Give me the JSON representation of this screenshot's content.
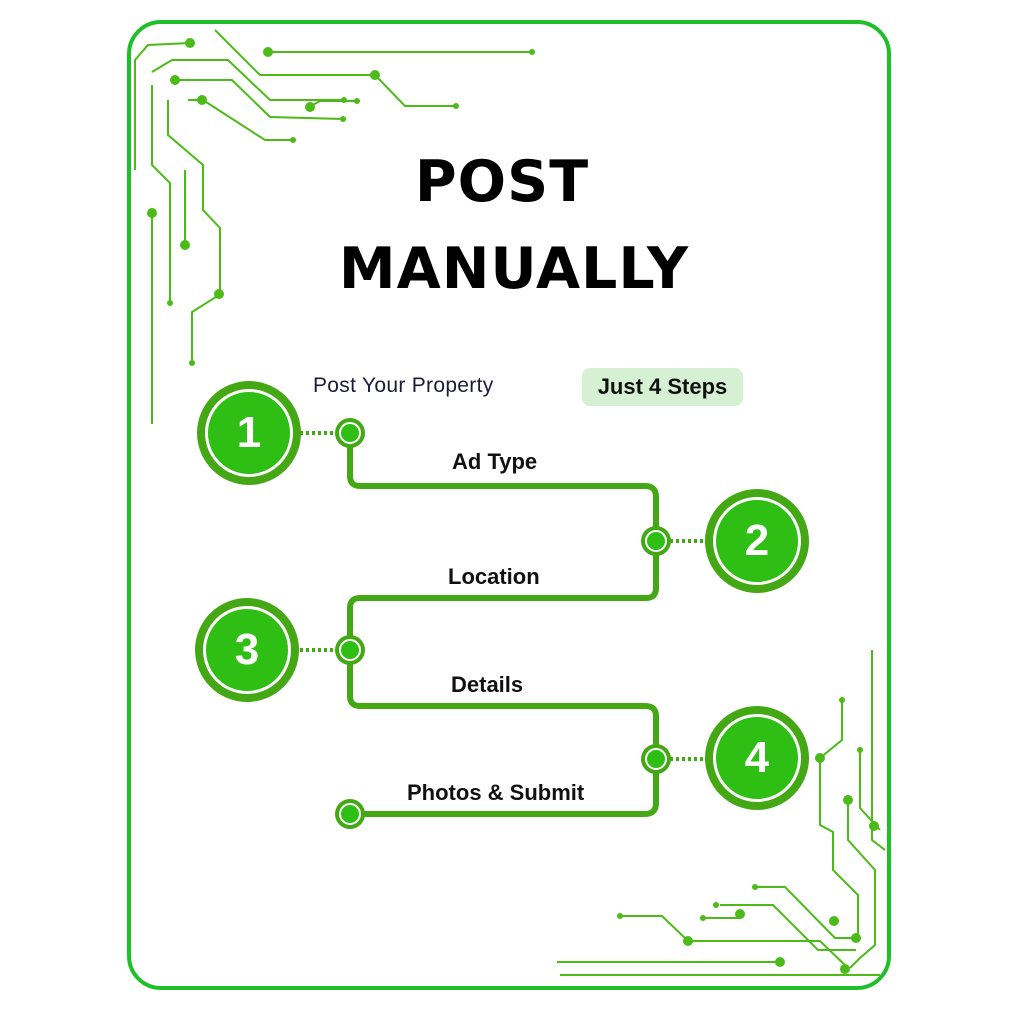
{
  "title": {
    "line1": "POST",
    "line2": "MANUALLY"
  },
  "subtitle": "Post Your Property",
  "badge": "Just 4 Steps",
  "steps": [
    {
      "number": "1",
      "label": "Ad Type"
    },
    {
      "number": "2",
      "label": "Location"
    },
    {
      "number": "3",
      "label": "Details"
    },
    {
      "number": "4",
      "label": "Photos & Submit"
    }
  ],
  "colors": {
    "frame": "#1fbf2a",
    "circuit": "#4cbb17",
    "path": "#43a814",
    "circle": "#2fbf14",
    "badge_bg": "#d6f0d4"
  }
}
